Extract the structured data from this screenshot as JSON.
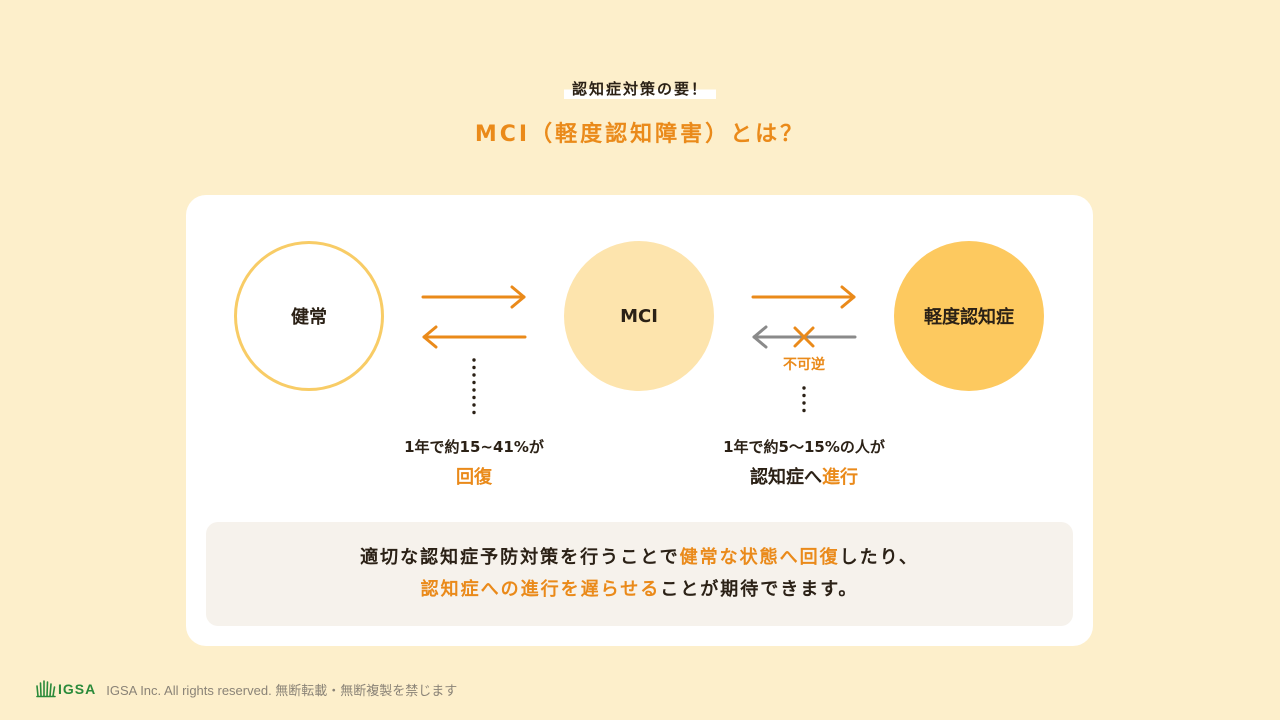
{
  "header": {
    "subtitle": "認知症対策の要！",
    "title": "MCI（軽度認知障害）とは？"
  },
  "diagram": {
    "nodes": {
      "healthy": "健常",
      "mci": "MCI",
      "dementia": "軽度認知症"
    },
    "irreversible_label": "不可逆",
    "left_note": {
      "line1": "1年で約15~41%が",
      "line2": "回復"
    },
    "right_note": {
      "line1": "1年で約5～15%の人が",
      "line2_plain": "認知症へ",
      "line2_highlight": "進行"
    }
  },
  "summary": {
    "line1_plain": "適切な認知症予防対策を行うことで",
    "line1_highlight": "健常な状態へ回復",
    "line1_tail": "したり、",
    "line2_highlight": "認知症への進行を遅らせる",
    "line2_tail": "ことが期待できます。"
  },
  "footer": {
    "logo": "IGSA",
    "copyright": "IGSA Inc. All rights reserved. 無断転載・無断複製を禁じます"
  },
  "colors": {
    "background": "#fdefcb",
    "accent": "#ea8a1a",
    "healthy_ring": "#f8cc66",
    "mci_fill": "#fde4ad",
    "dementia_fill": "#fdc95f",
    "blocked_arrow": "#8a8a8a",
    "logo_green": "#2a8a3a"
  }
}
